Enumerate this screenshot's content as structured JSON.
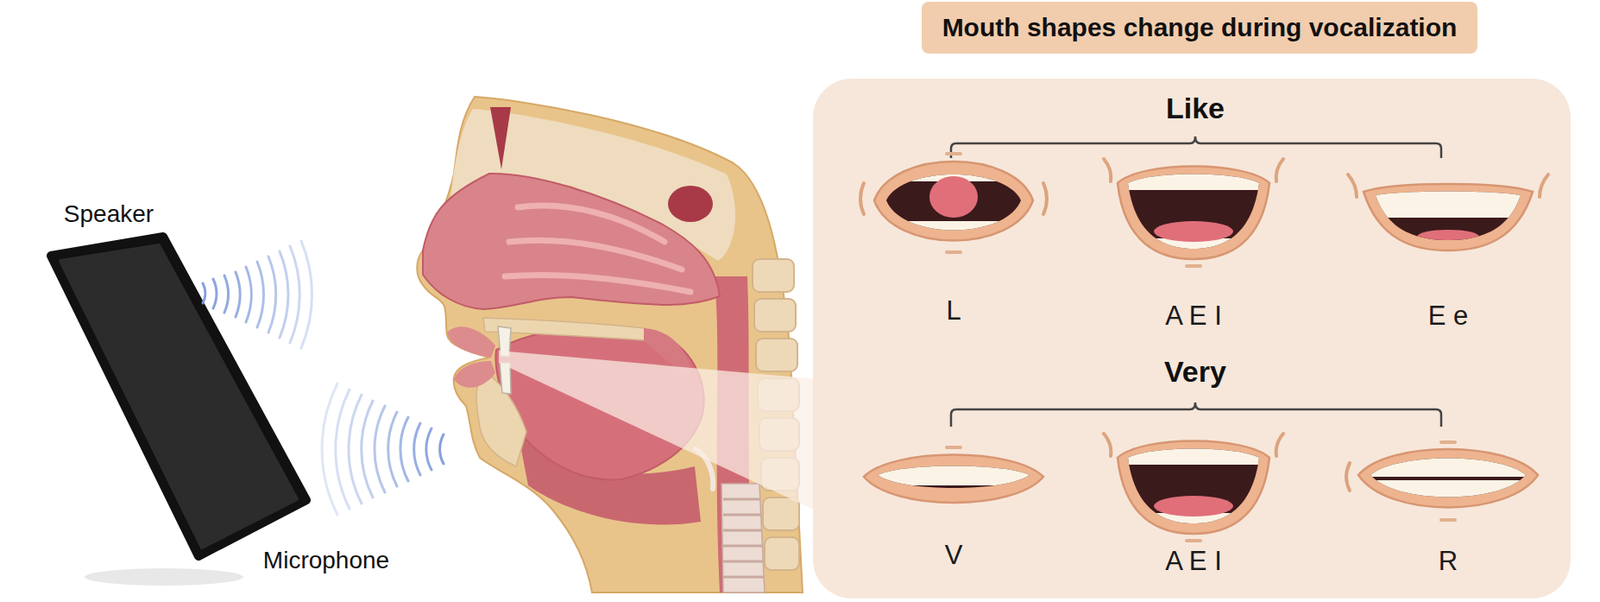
{
  "diagram": {
    "nodes": [
      {
        "text": [
          "Mouth shapes change during vocalization"
        ]
      },
      {
        "text": [
          "Like",
          "L",
          "A E I",
          "E e",
          "Very",
          "V",
          "A E I",
          "R"
        ]
      }
    ],
    "labels": [
      "Speaker",
      "Microphone"
    ]
  }
}
